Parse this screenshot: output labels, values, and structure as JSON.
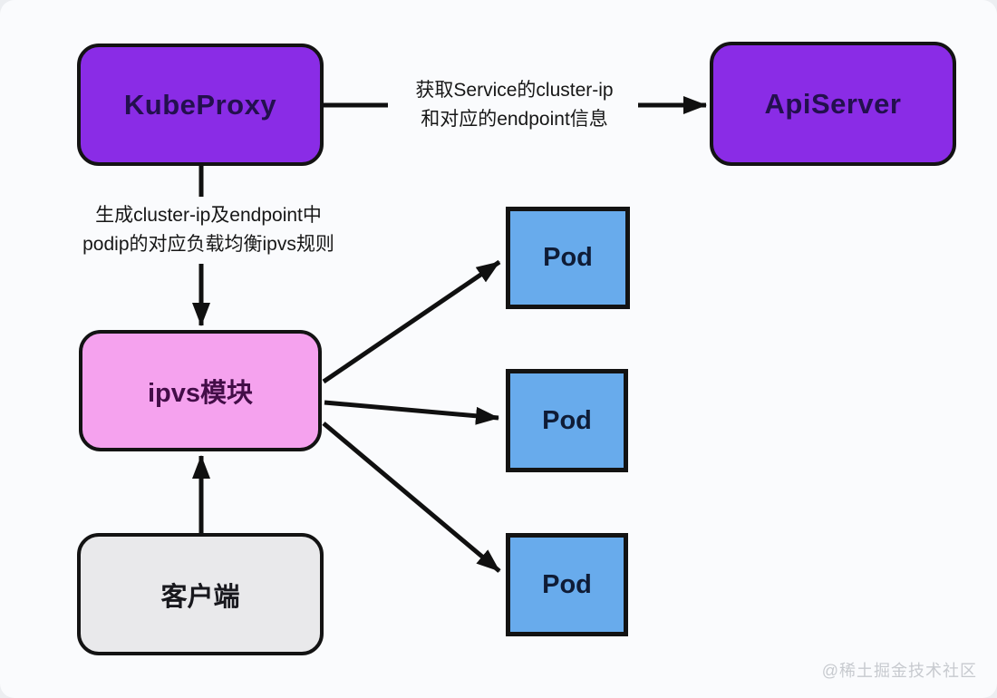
{
  "nodes": {
    "kubeproxy": {
      "label": "KubeProxy"
    },
    "apiserver": {
      "label": "ApiServer"
    },
    "ipvs": {
      "label": "ipvs模块"
    },
    "client": {
      "label": "客户端"
    },
    "pod1": {
      "label": "Pod"
    },
    "pod2": {
      "label": "Pod"
    },
    "pod3": {
      "label": "Pod"
    }
  },
  "edges": {
    "kubeproxy_apiserver": {
      "line1": "获取Service的cluster-ip",
      "line2": "和对应的endpoint信息"
    },
    "kubeproxy_ipvs": {
      "line1": "生成cluster-ip及endpoint中",
      "line2": "podip的对应负载均衡ipvs规则"
    }
  },
  "watermark": {
    "text": "@稀土掘金技术社区"
  },
  "colors": {
    "node_purple": "#8a2ce6",
    "node_pink": "#f5a2ee",
    "node_gray": "#e9e9eb",
    "node_blue": "#68abec",
    "node_border": "#131313",
    "arrow": "#101010",
    "canvas_bg": "#fafbfd",
    "watermark": "#c7cacf"
  }
}
